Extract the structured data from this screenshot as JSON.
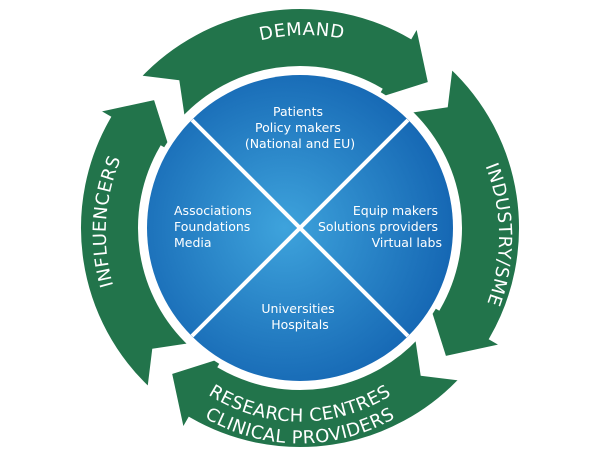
{
  "colors": {
    "ring_green": "#22744b",
    "circle_blue_center": "#3a9fd9",
    "circle_blue_edge": "#1468b3",
    "separator": "#ffffff",
    "text": "#ffffff"
  },
  "ring_segments": [
    {
      "id": "demand",
      "label": "DEMAND",
      "position": "top"
    },
    {
      "id": "industry",
      "label": "INDUSTRY/SME",
      "position": "right"
    },
    {
      "id": "research",
      "label_lines": [
        "RESEARCH CENTRES",
        "CLINICAL PROVIDERS"
      ],
      "position": "bottom"
    },
    {
      "id": "influencers",
      "label": "INFLUENCERS",
      "position": "left"
    }
  ],
  "quadrants": {
    "top": [
      "Patients",
      "Policy makers",
      "(National and EU)"
    ],
    "right": [
      "Equip makers",
      "Solutions providers",
      "Virtual labs"
    ],
    "bottom": [
      "Universities",
      "Hospitals"
    ],
    "left": [
      "Associations",
      "Foundations",
      "Media"
    ]
  }
}
